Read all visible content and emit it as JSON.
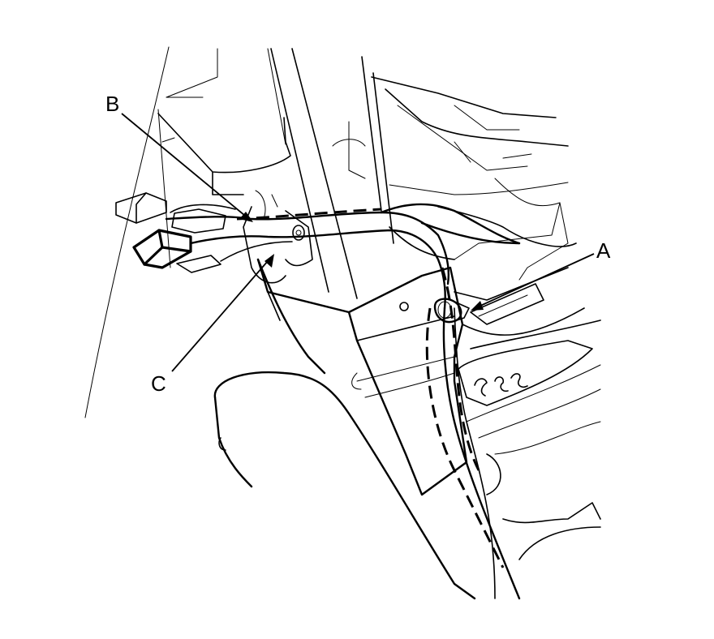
{
  "diagram": {
    "callouts": [
      {
        "id": "A",
        "label": "A"
      },
      {
        "id": "B",
        "label": "B"
      },
      {
        "id": "C",
        "label": "C"
      }
    ],
    "colors": {
      "line": "#000000",
      "background": "#ffffff"
    }
  }
}
